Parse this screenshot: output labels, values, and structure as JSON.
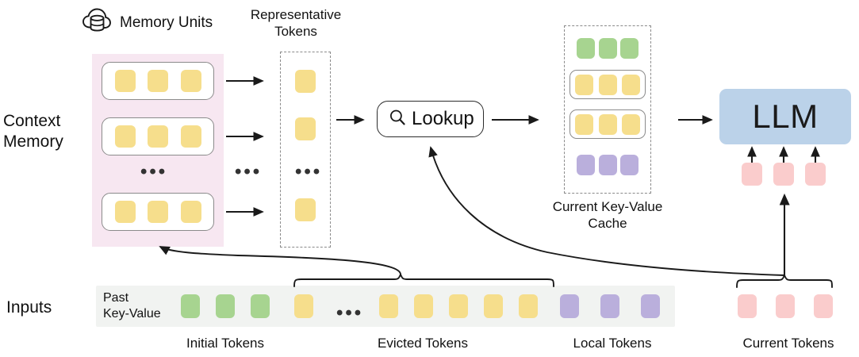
{
  "figure": {
    "type": "architecture-diagram",
    "row_labels": {
      "context_memory": "Context\nMemory",
      "inputs": "Inputs"
    },
    "memory_units": {
      "label": "Memory Units",
      "icon": "cloud-database-icon",
      "unit_count_shown": 3,
      "tokens_per_unit": 3,
      "token_color": "#F6DE8C",
      "ellipsis": "•••",
      "background_color": "#F7E7F1"
    },
    "representative_tokens": {
      "label": "Representative\nTokens",
      "tokens_shown": 3,
      "token_color": "#F6DE8C",
      "ellipsis": "•••",
      "border_style": "dashed"
    },
    "lookup": {
      "label": "Lookup",
      "icon": "magnifier-icon"
    },
    "kv_cache": {
      "label": "Current Key-Value\nCache",
      "border_style": "dashed",
      "rows": [
        {
          "name": "initial",
          "color": "#A7D490",
          "count": 3,
          "bordered": false
        },
        {
          "name": "retrieved-1",
          "color": "#F6DE8C",
          "count": 3,
          "bordered": true
        },
        {
          "name": "retrieved-2",
          "color": "#F6DE8C",
          "count": 3,
          "bordered": true
        },
        {
          "name": "local",
          "color": "#BAAFDC",
          "count": 3,
          "bordered": false
        }
      ]
    },
    "llm": {
      "label": "LLM",
      "color": "#BBD2E9"
    },
    "current_tokens_at_llm": {
      "count": 3,
      "color": "#FACCCC"
    },
    "inputs": {
      "past_kv_label": "Past\nKey-Value",
      "background_color": "#F1F3F1",
      "sequence": [
        {
          "color": "#A7D490",
          "type": "square"
        },
        {
          "color": "#A7D490",
          "type": "square"
        },
        {
          "color": "#A7D490",
          "type": "square"
        },
        {
          "color": "#F6DE8C",
          "type": "square"
        },
        {
          "type": "ellipsis",
          "text": "•••"
        },
        {
          "color": "#F6DE8C",
          "type": "square"
        },
        {
          "color": "#F6DE8C",
          "type": "square"
        },
        {
          "color": "#F6DE8C",
          "type": "square"
        },
        {
          "color": "#F6DE8C",
          "type": "square"
        },
        {
          "color": "#F6DE8C",
          "type": "square"
        },
        {
          "color": "#BAAFDC",
          "type": "square"
        },
        {
          "color": "#BAAFDC",
          "type": "square"
        },
        {
          "color": "#BAAFDC",
          "type": "square"
        }
      ],
      "current_tokens": [
        {
          "color": "#FACCCC",
          "type": "square"
        },
        {
          "color": "#FACCCC",
          "type": "square"
        },
        {
          "color": "#FACCCC",
          "type": "square"
        }
      ],
      "group_captions": {
        "initial": "Initial Tokens",
        "evicted": "Evicted Tokens",
        "local": "Local Tokens",
        "current": "Current Tokens"
      }
    },
    "palette": {
      "yellow": "#F6DE8C",
      "green": "#A7D490",
      "purple": "#BAAFDC",
      "pink_token": "#FACCCC",
      "llm_blue": "#BBD2E9",
      "context_bg": "#F7E7F1",
      "inputs_bg": "#F1F3F1",
      "stroke": "#2b2b2b"
    }
  }
}
